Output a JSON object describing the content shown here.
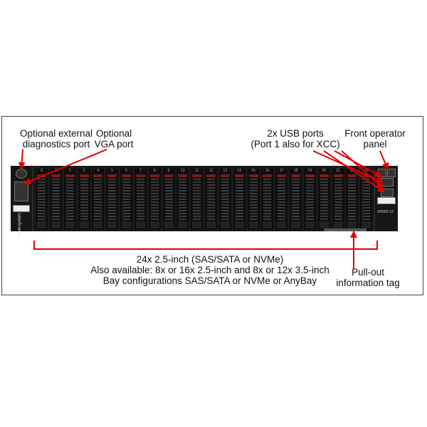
{
  "callouts": {
    "diag": [
      "Optional external",
      "diagnostics port"
    ],
    "vga": [
      "Optional",
      "VGA port"
    ],
    "usb": [
      "2x USB ports",
      "(Port 1 also for XCC)"
    ],
    "front_panel": [
      "Front operator",
      "panel"
    ],
    "bays": [
      "24x 2.5-inch (SAS/SATA or NVMe)",
      "Also available: 8x or 16x 2.5-inch and 8x or 12x 3.5-inch",
      "Bay configurations SAS/SATA or NVMe or AnyBay"
    ],
    "pullout": [
      "Pull-out",
      "information tag"
    ]
  },
  "server": {
    "brand": "ThinkSystem",
    "model": "SR650 V3",
    "bay_numbers": [
      "0",
      "1",
      "2",
      "3",
      "4",
      "5",
      "6",
      "7",
      "8",
      "9",
      "10",
      "11",
      "12",
      "13",
      "14",
      "15",
      "16",
      "17",
      "18",
      "19",
      "20",
      "21",
      "22",
      "23"
    ]
  },
  "colors": {
    "arrow": "#e00000",
    "chassis": "#1b1b1b",
    "latch": "#7a1a1a"
  }
}
